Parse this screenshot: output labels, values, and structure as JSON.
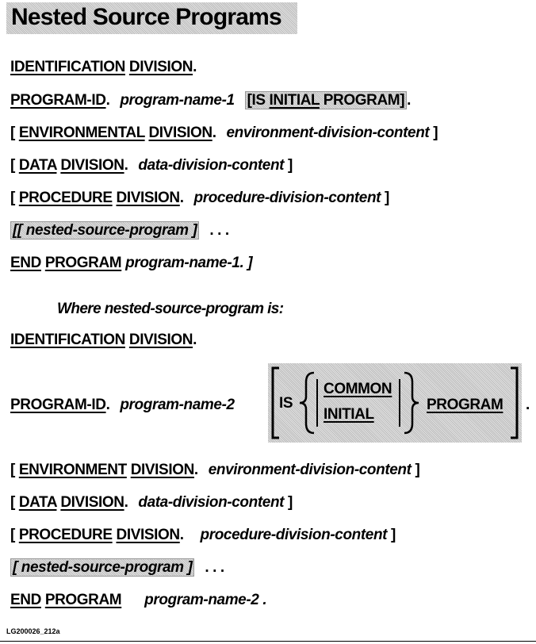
{
  "title": "Nested Source Programs",
  "main": {
    "identification": [
      "IDENTIFICATION",
      "DIVISION",
      "."
    ],
    "program_id": {
      "kw": "PROGRAM-ID",
      "dot": ".",
      "name": "program-name-1",
      "opt_open": "[IS ",
      "opt_initial": "INITIAL",
      "opt_program": " PROGRAM",
      "opt_close": "]",
      "end_dot": "."
    },
    "environment": {
      "open": "[ ",
      "kw1": "ENVIRONMENTAL",
      "kw2": "DIVISION",
      "dot": ".",
      "content": "environment-division-content",
      "close": " ]"
    },
    "data": {
      "open": "[ ",
      "kw1": "DATA",
      "kw2": "DIVISION",
      "dot": ".",
      "content": "data-division-content",
      "close": " ]"
    },
    "procedure": {
      "open": "[ ",
      "kw1": "PROCEDURE",
      "kw2": "DIVISION",
      "dot": ".",
      "content": "procedure-division-content",
      "close": " ]"
    },
    "nested": {
      "text": "[[ nested-source-program ]",
      "ellipsis": ". . ."
    },
    "end": {
      "kw1": "END",
      "kw2": "PROGRAM",
      "name": "program-name-1. ]"
    }
  },
  "where_text": "Where nested-source-program is:",
  "nested_def": {
    "identification": [
      "IDENTIFICATION",
      "DIVISION",
      "."
    ],
    "program_id": {
      "kw": "PROGRAM-ID",
      "dot": ".",
      "name": "program-name-2",
      "is": "IS",
      "common": "COMMON",
      "initial": "INITIAL",
      "program": "PROGRAM",
      "end_dot": "."
    },
    "environment": {
      "open": "[ ",
      "kw1": "ENVIRONMENT",
      "kw2": "DIVISION",
      "dot": ".",
      "content": "environment-division-content",
      "close": " ]"
    },
    "data": {
      "open": "[ ",
      "kw1": "DATA",
      "kw2": "DIVISION",
      "dot": ".",
      "content": "data-division-content",
      "close": " ]"
    },
    "procedure": {
      "open": "[ ",
      "kw1": "PROCEDURE",
      "kw2": "DIVISION",
      "dot": ".",
      "content": "procedure-division-content",
      "close": " ]"
    },
    "nested": {
      "text": "[ nested-source-program ]",
      "ellipsis": ". . ."
    },
    "end": {
      "kw1": "END",
      "kw2": "PROGRAM",
      "name": "program-name-2 ."
    }
  },
  "footer": "LG200026_212a"
}
